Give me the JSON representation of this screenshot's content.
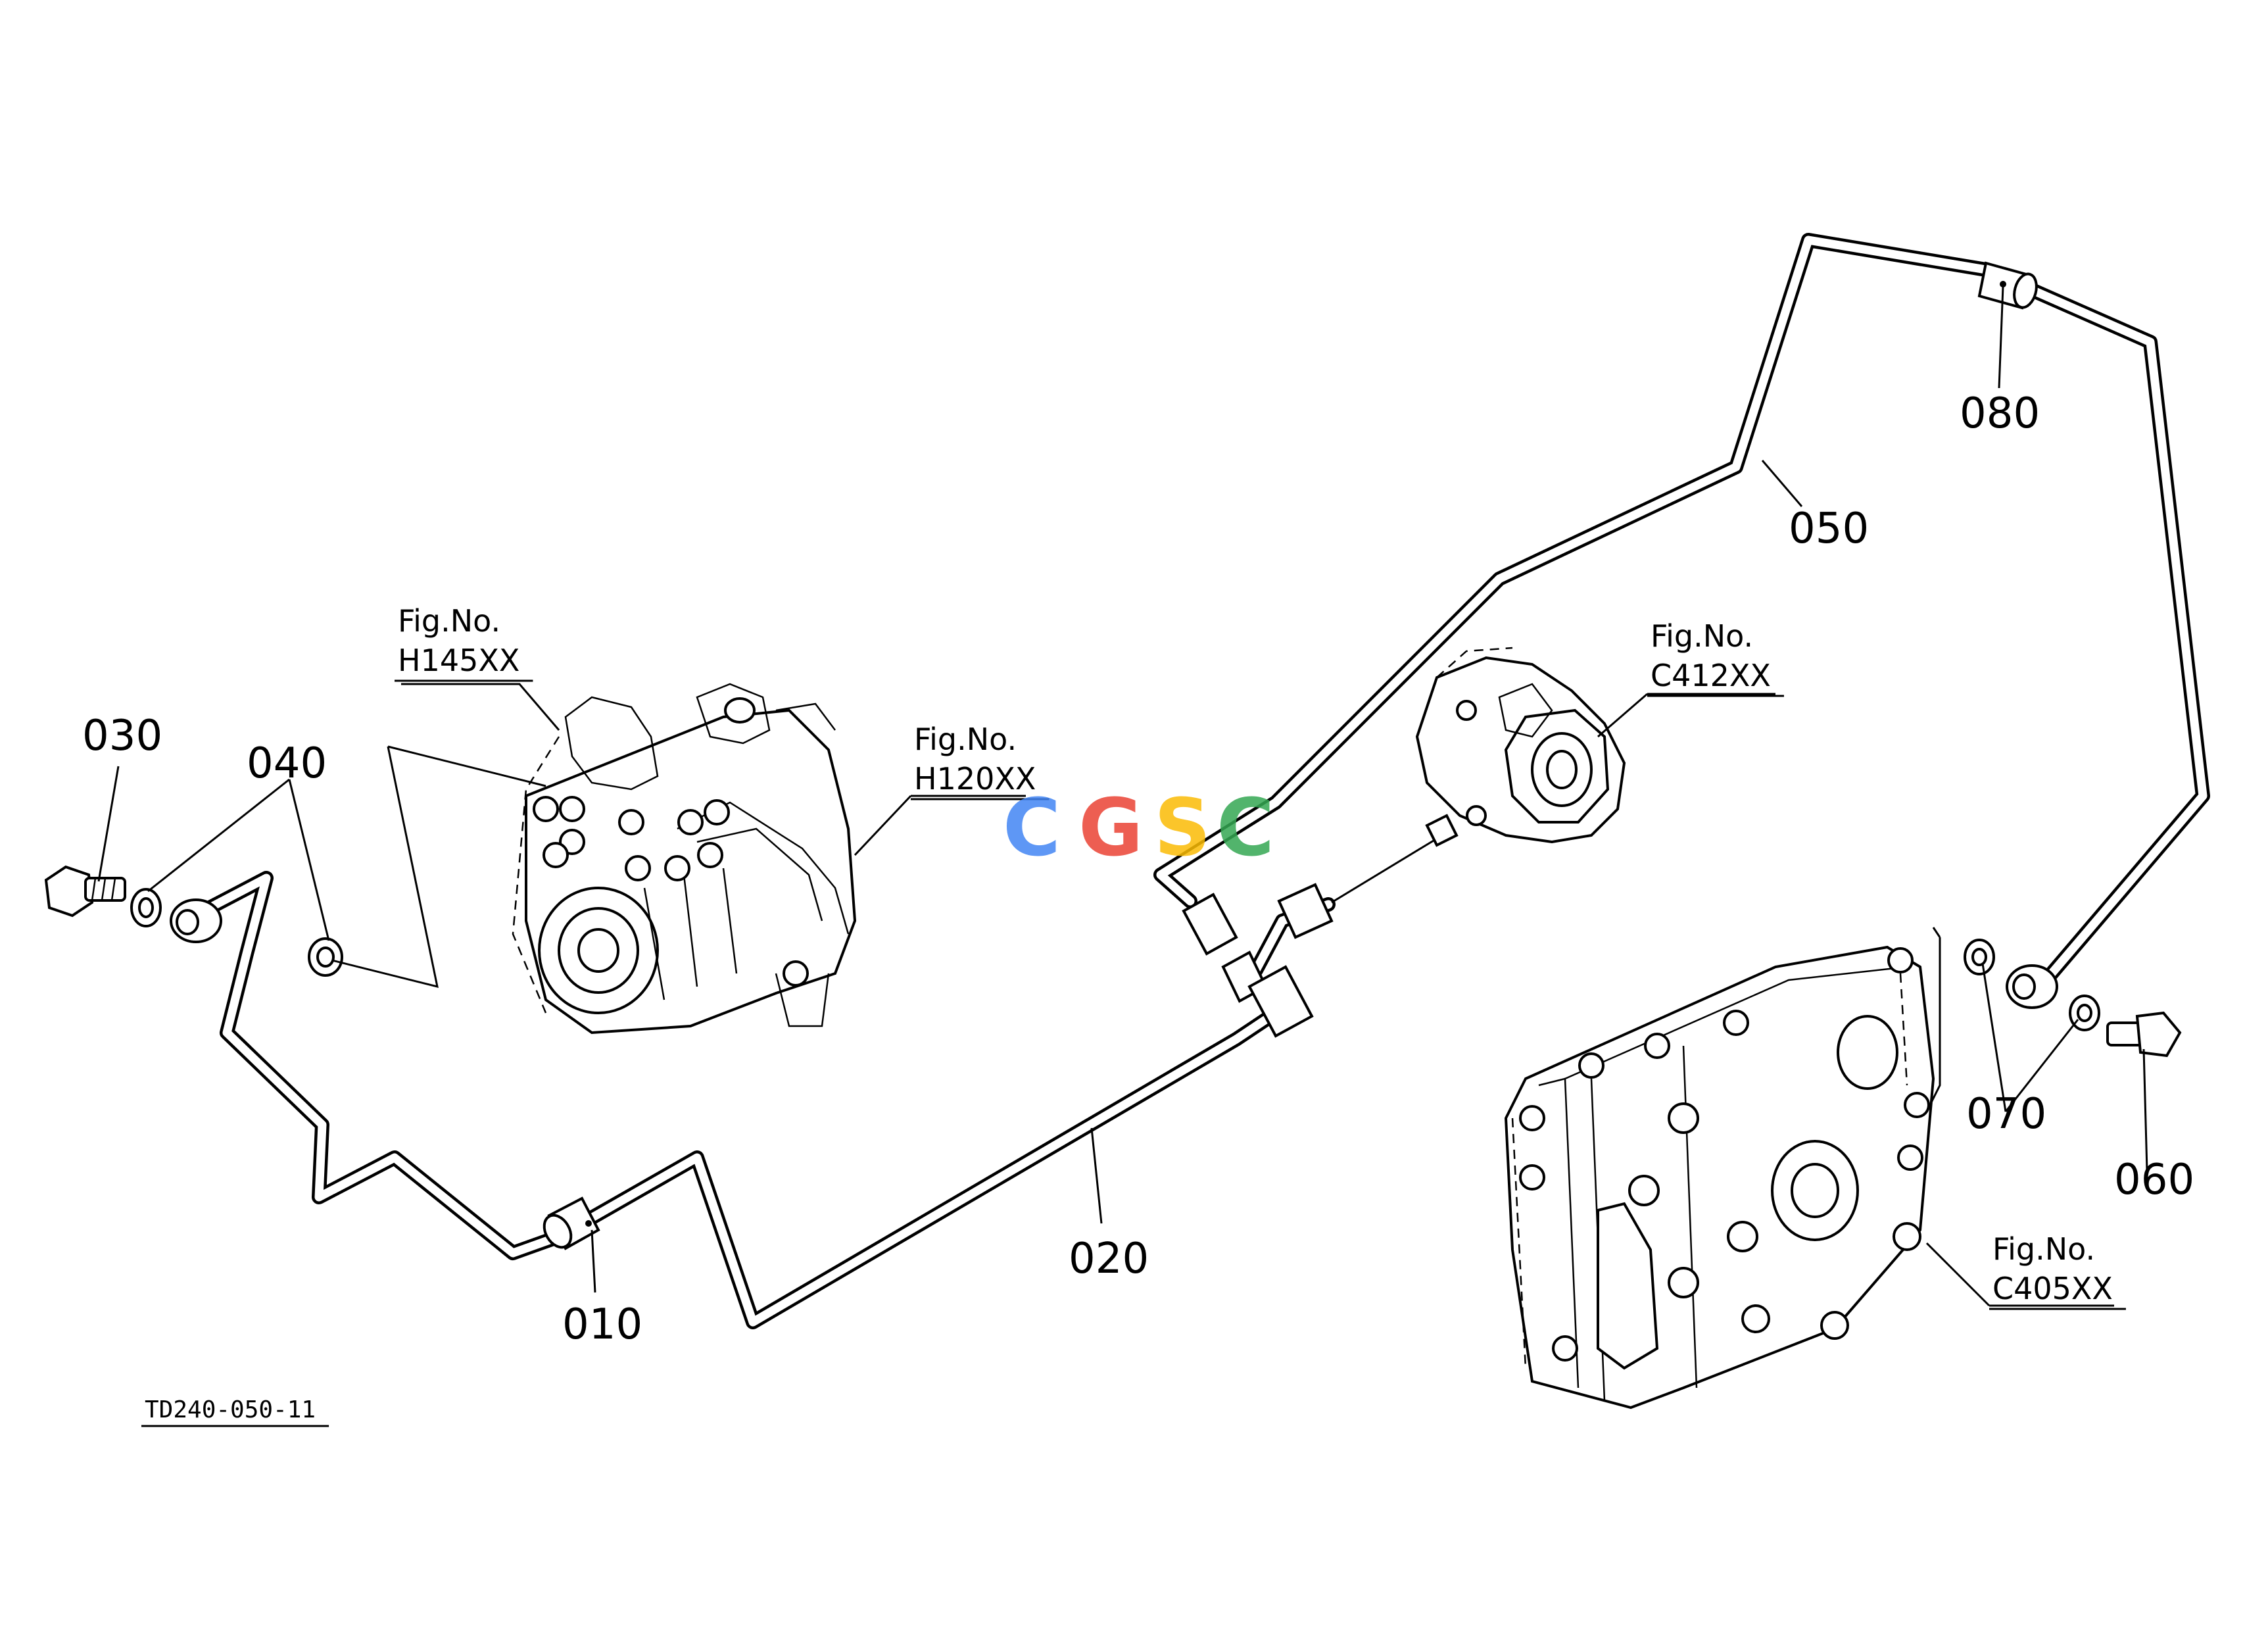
{
  "parts": {
    "p010": "010",
    "p020": "020",
    "p030": "030",
    "p040": "040",
    "p050": "050",
    "p060": "060",
    "p070": "070",
    "p080": "080"
  },
  "fig_refs": {
    "h145": {
      "label": "Fig.No.",
      "code": "H145XX"
    },
    "h120": {
      "label": "Fig.No.",
      "code": "H120XX"
    },
    "c412": {
      "label": "Fig.No.",
      "code": "C412XX"
    },
    "c405": {
      "label": "Fig.No.",
      "code": "C405XX"
    }
  },
  "watermark": {
    "letters": [
      "C",
      "G",
      "S",
      "C"
    ],
    "colors": [
      "#4285f4",
      "#ea4335",
      "#fbbc05",
      "#34a853"
    ]
  },
  "drawing_code": "TD240-050-11"
}
